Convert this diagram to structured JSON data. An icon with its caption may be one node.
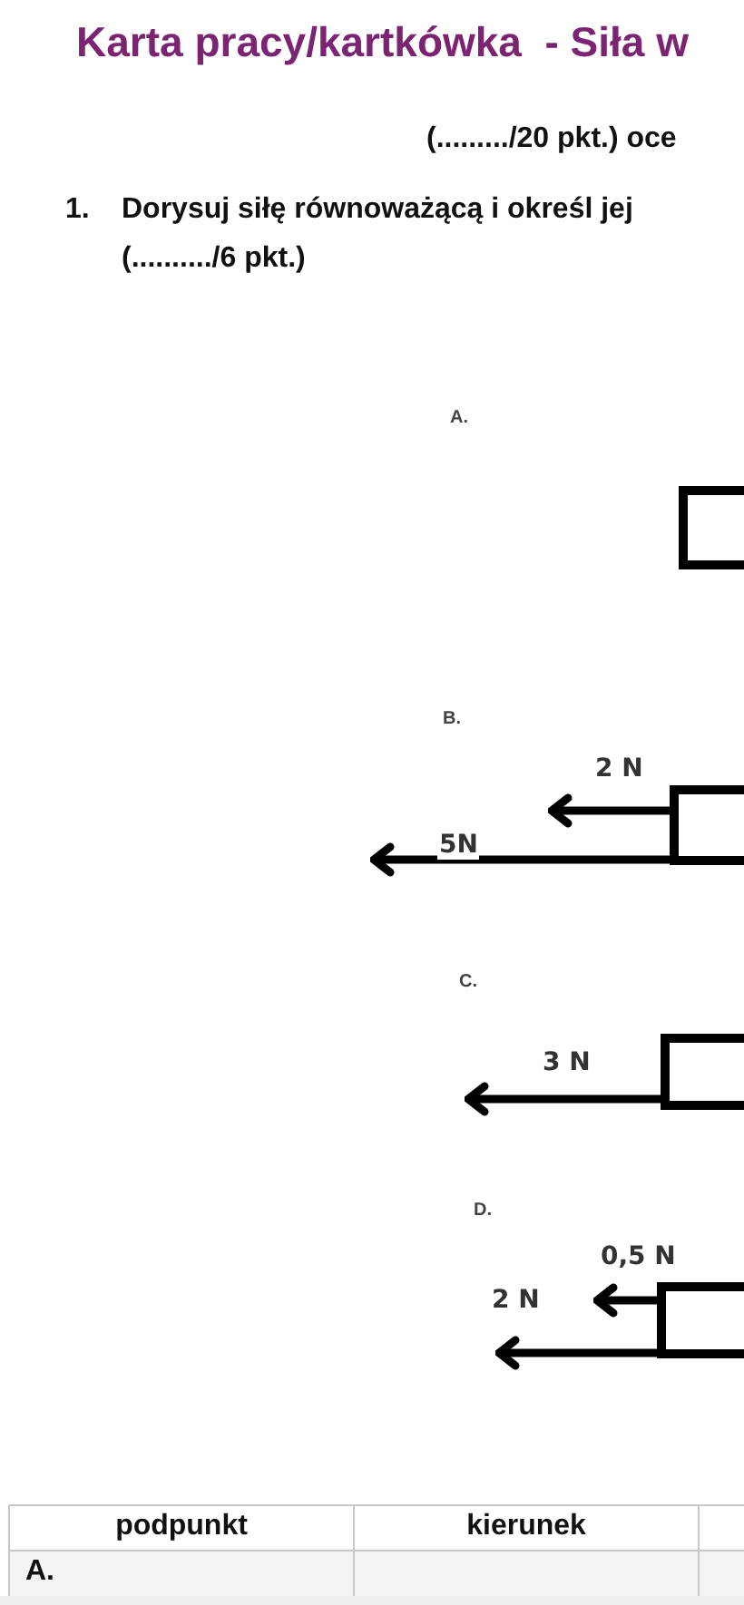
{
  "diagram": {
    "title": "Karta pracy/kartkówka  - Siła w",
    "nodes": [
      {
        "text": [],
        "shape": "box"
      },
      {
        "text": [],
        "shape": "box"
      },
      {
        "text": [],
        "shape": "box"
      },
      {
        "text": [],
        "shape": "box"
      }
    ],
    "edges": [
      {
        "from": 1,
        "to": null,
        "arrow": "to",
        "label": "2 N"
      },
      {
        "from": 1,
        "to": null,
        "arrow": "to",
        "label": "5N"
      },
      {
        "from": 2,
        "to": null,
        "arrow": "to",
        "label": "3 N"
      },
      {
        "from": 3,
        "to": null,
        "arrow": "to",
        "label": "0,5 N"
      },
      {
        "from": 3,
        "to": null,
        "arrow": "to",
        "label": "2 N"
      }
    ],
    "labels": [
      "(........./20 pkt.) oce",
      "1.",
      "Dorysuj siłę równoważącą i określ jej",
      "(........../6 pkt.)",
      "A.",
      "B.",
      "C.",
      "D.",
      "podpunkt",
      "kierunek",
      "A."
    ]
  }
}
